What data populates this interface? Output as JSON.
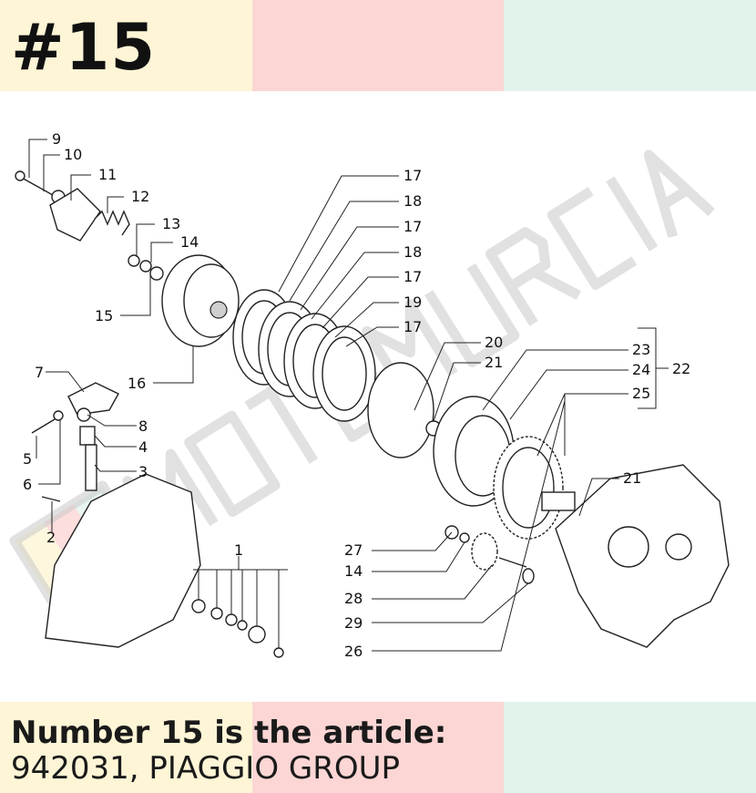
{
  "header": {
    "number": "#15"
  },
  "caption": {
    "title": "Number 15 is the article:",
    "subtitle": "942031, PIAGGIO GROUP"
  },
  "watermark": {
    "text": "MOTOMURCIA",
    "logo": true
  },
  "band_colors": [
    "#fdf5d6",
    "#fbd6d4",
    "#e2f3ec"
  ],
  "diagram": {
    "labels": [
      "9",
      "10",
      "11",
      "12",
      "13",
      "14",
      "15",
      "16",
      "17",
      "18",
      "17",
      "18",
      "17",
      "19",
      "17",
      "20",
      "21",
      "23",
      "24",
      "25",
      "22",
      "7",
      "8",
      "4",
      "5",
      "3",
      "6",
      "2",
      "1",
      "21",
      "27",
      "14",
      "28",
      "29",
      "26"
    ]
  }
}
